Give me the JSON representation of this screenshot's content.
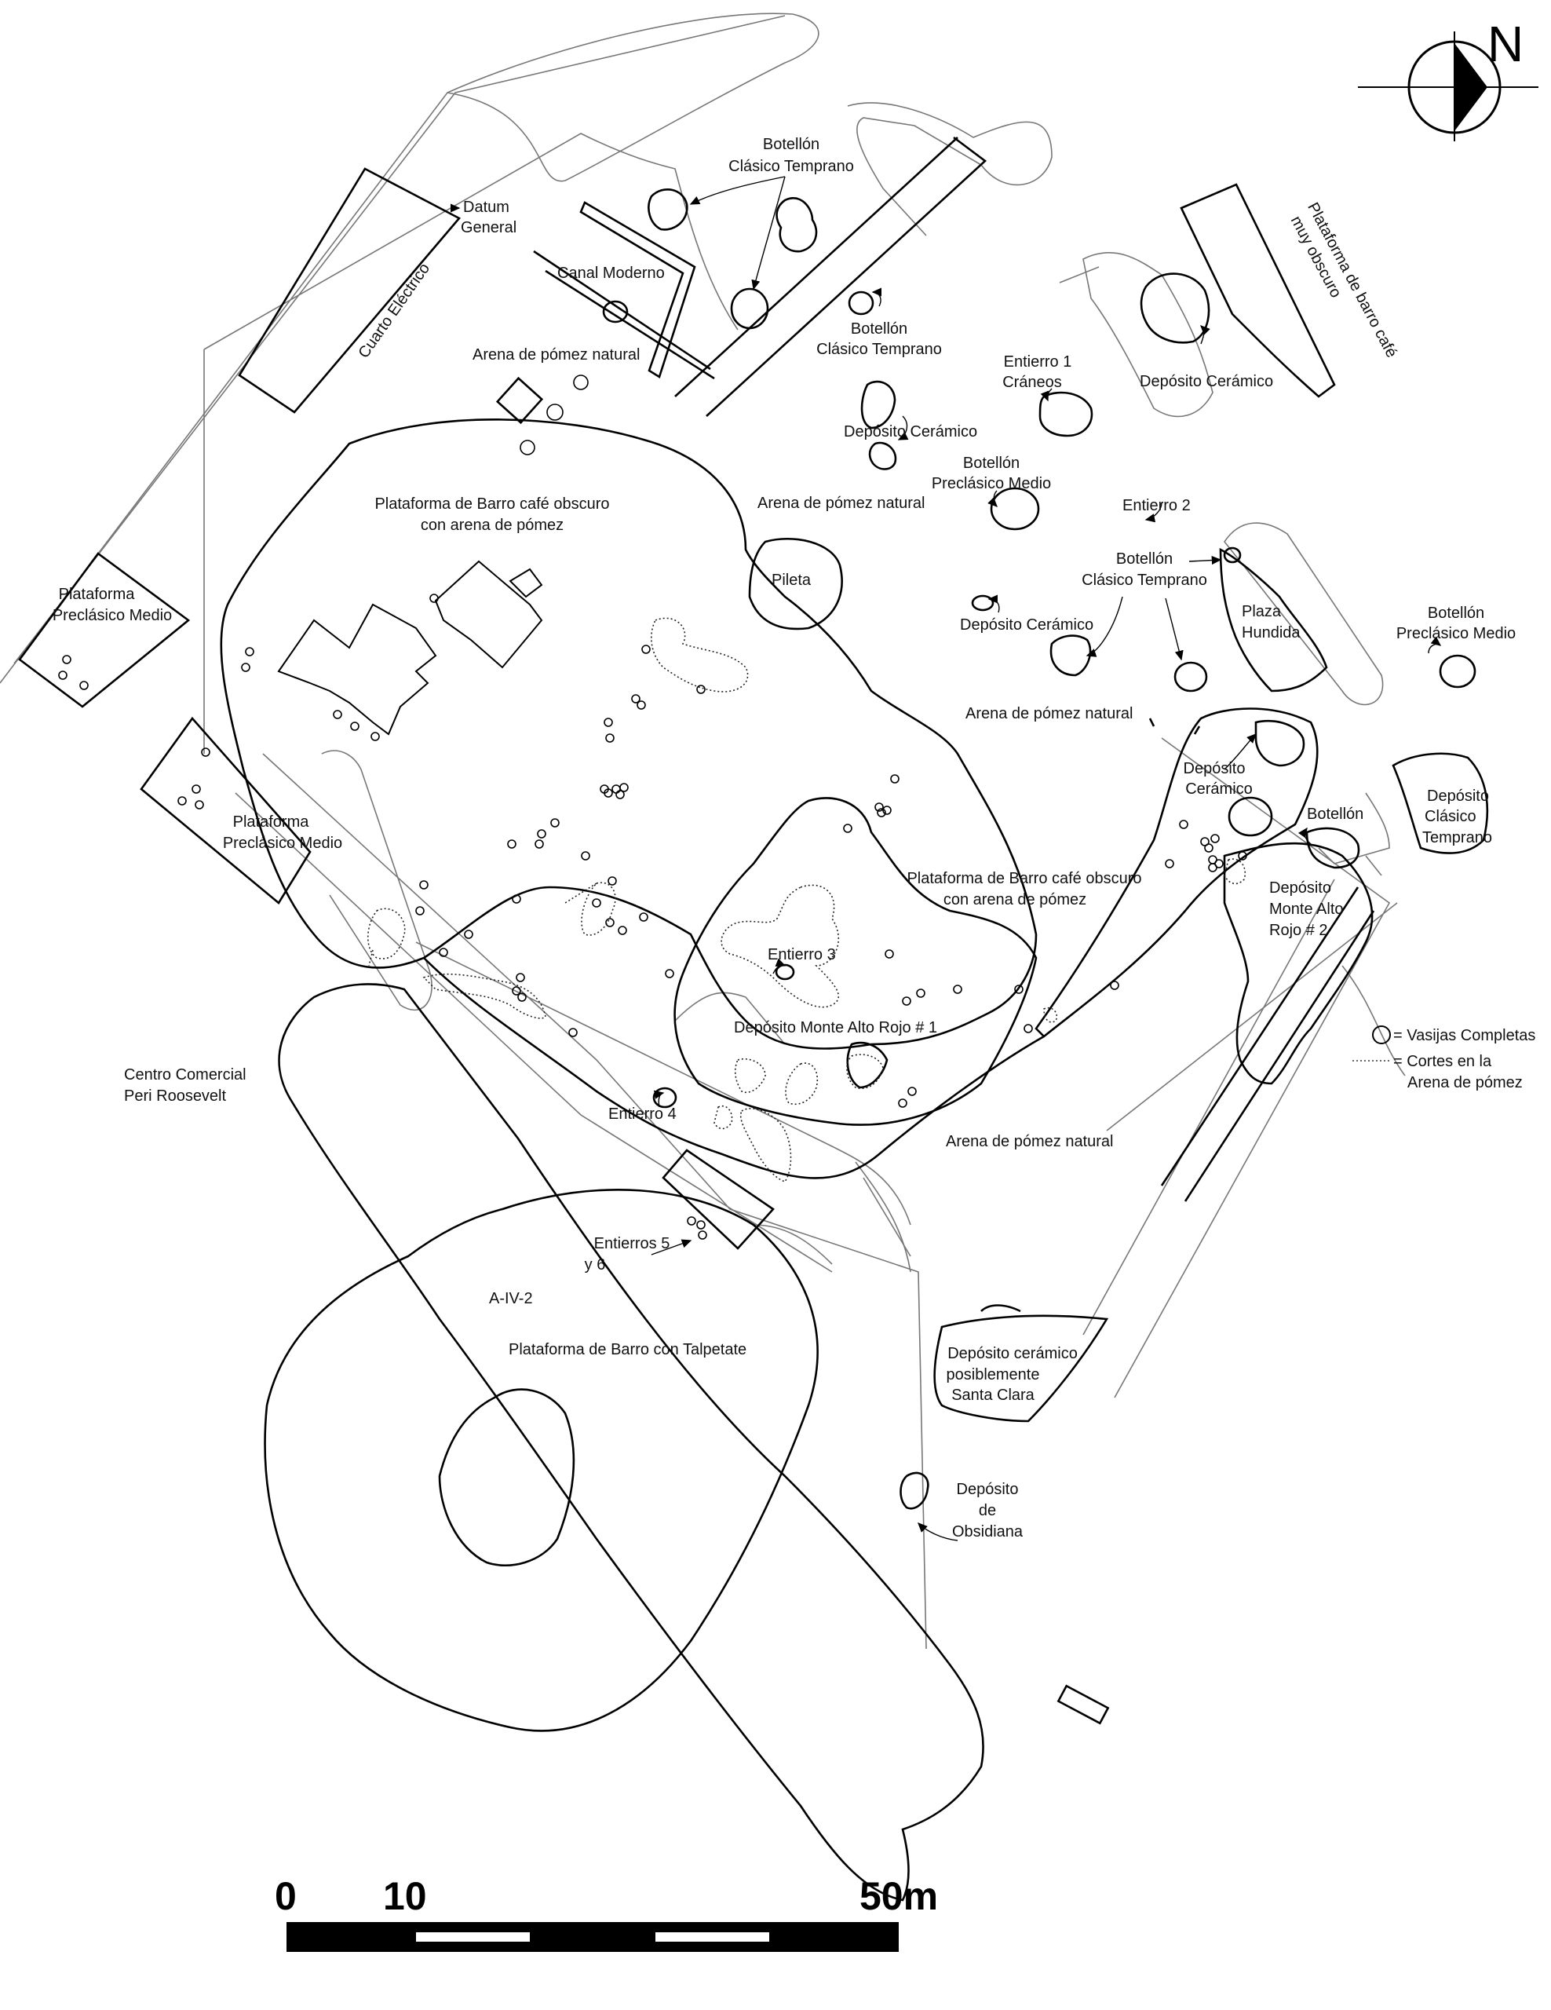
{
  "north_label": "N",
  "labels": {
    "botellon_clasico_1": [
      "Botellón",
      "Clásico Temprano"
    ],
    "datum": [
      "Datum",
      "General"
    ],
    "cuarto_electrico": "Cuarto Eléctrico",
    "canal_moderno": "Canal Moderno",
    "botellon_clasico_2": [
      "Botellón",
      "Clásico Temprano"
    ],
    "plataforma_barro_muy_obscuro": [
      "Plataforma de barro café",
      "muy obscuro"
    ],
    "entierro_1": [
      "Entierro 1",
      "Cráneos"
    ],
    "deposito_ceramico_ne": "Depósito Cerámico",
    "arena_pomez_1": "Arena de pómez natural",
    "deposito_ceramico_center": "Depósito Cerámico",
    "botellon_preclasico_medio_1": [
      "Botellón",
      "Preclásico Medio"
    ],
    "plataforma_barro_obscuro_1": [
      "Plataforma de Barro café obscuro",
      "con arena de pómez"
    ],
    "arena_pomez_2": "Arena de pómez natural",
    "entierro_2": "Entierro 2",
    "pileta": "Pileta",
    "botellon_clasico_3": [
      "Botellón",
      "Clásico Temprano"
    ],
    "plaza_hundida": [
      "Plaza",
      "Hundida"
    ],
    "botellon_preclasico_medio_2": [
      "Botellón",
      "Preclásico Medio"
    ],
    "plataforma_preclasico_medio_1": [
      "Plataforma",
      "Preclásico Medio"
    ],
    "deposito_ceramico_mid": "Depósito Cerámico",
    "arena_pomez_3": "Arena de pómez natural",
    "deposito_ceramico_east": [
      "Depósito",
      "Cerámico"
    ],
    "botellon_east": "Botellón",
    "deposito_clasico_temprano": [
      "Depósito",
      "Clásico",
      "Temprano"
    ],
    "plataforma_preclasico_medio_2": [
      "Plataforma",
      "Preclásico Medio"
    ],
    "plataforma_barro_obscuro_2": [
      "Plataforma de Barro café obscuro",
      "con arena de pómez"
    ],
    "deposito_monte_alto_2": [
      "Depósito",
      "Monte Alto",
      "Rojo # 2"
    ],
    "entierro_3": "Entierro 3",
    "deposito_monte_alto_1": "Depósito Monte Alto Rojo # 1",
    "centro_comercial": [
      "Centro Comercial",
      "Peri Roosevelt"
    ],
    "entierro_4": "Entierro 4",
    "arena_pomez_4": "Arena de pómez natural",
    "entierros_5_6": [
      "Entierros 5",
      "y 6"
    ],
    "a_iv_2": "A-IV-2",
    "plataforma_talpetate": "Plataforma de Barro con Talpetate",
    "deposito_santa_clara": [
      "Depósito cerámico",
      "posiblemente",
      "Santa Clara"
    ],
    "deposito_obsidiana": [
      "Depósito",
      "de",
      "Obsidiana"
    ]
  },
  "legend": {
    "vasijas": "= Vasijas Completas",
    "cortes": [
      "= Cortes en la",
      "Arena de pómez"
    ]
  },
  "scale_bar": {
    "label_0": "0",
    "label_10": "10",
    "label_50": "50m"
  }
}
